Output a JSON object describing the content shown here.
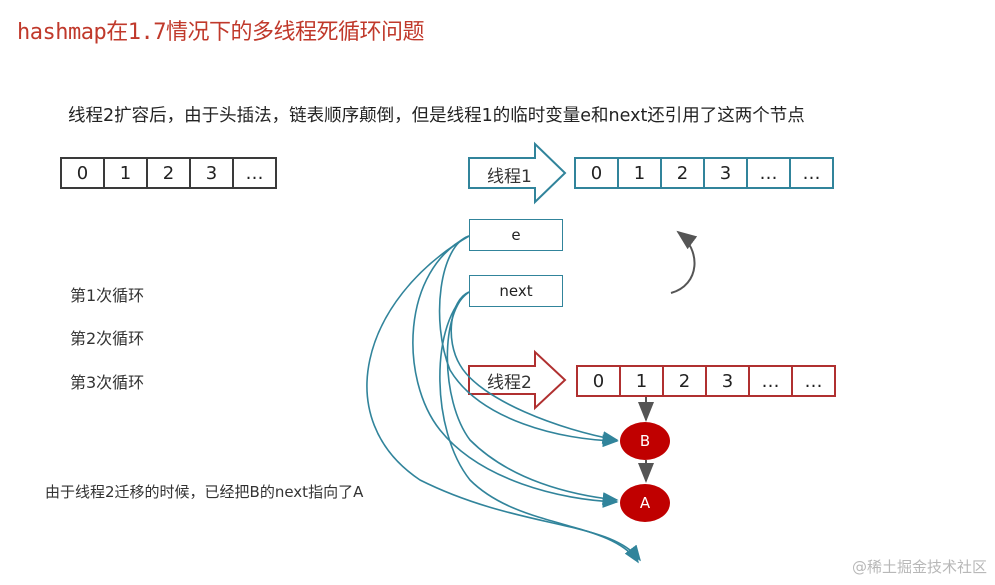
{
  "title": "hashmap在1.7情况下的多线程死循环问题",
  "subtitle": "线程2扩容后，由于头插法，链表顺序颠倒，但是线程1的临时变量e和next还引用了这两个节点",
  "initial_array": [
    "0",
    "1",
    "2",
    "3",
    "…"
  ],
  "thread1": {
    "label": "线程1",
    "cells": [
      "0",
      "1",
      "2",
      "3",
      "…",
      "…"
    ]
  },
  "thread2": {
    "label": "线程2",
    "cells": [
      "0",
      "1",
      "2",
      "3",
      "…",
      "…"
    ]
  },
  "vars": {
    "e": "e",
    "next": "next"
  },
  "loops": [
    "第1次循环",
    "第2次循环",
    "第3次循环"
  ],
  "nodes": {
    "b": "B",
    "a": "A"
  },
  "note": "由于线程2迁移的时候，已经把B的next指向了A",
  "watermark": "@稀土掘金技术社区",
  "colors": {
    "title": "#c0392b",
    "teal": "#31849b",
    "red": "#b03030",
    "node_fill": "#c00000"
  }
}
